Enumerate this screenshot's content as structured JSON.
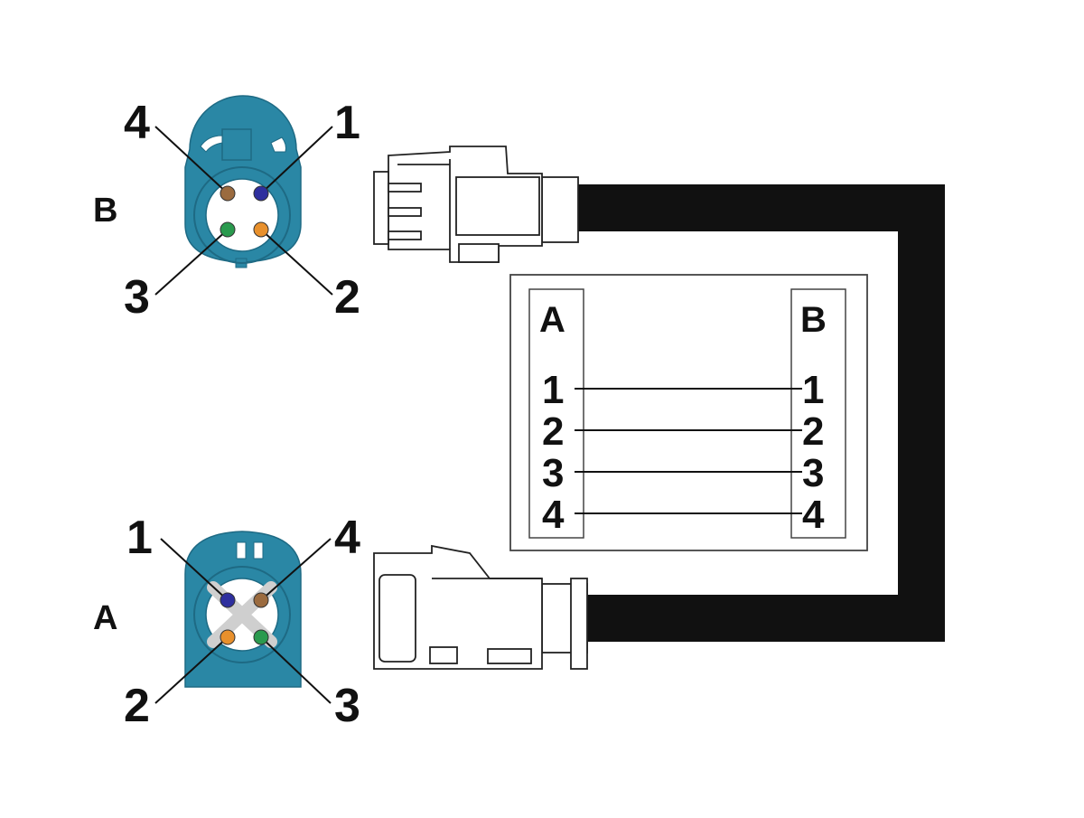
{
  "colors": {
    "housing": "#2a87a5",
    "housing_dark": "#1e6a84",
    "cable": "#111111",
    "plug_fill": "#ffffff",
    "plug_stroke": "#222222",
    "pin_blue": "#2e2f9e",
    "pin_orange": "#e8902c",
    "pin_green": "#2a9a4e",
    "pin_brown": "#9b6b3f"
  },
  "connector_b": {
    "label": "B",
    "pins": [
      {
        "num": "1",
        "color": "pin_blue"
      },
      {
        "num": "2",
        "color": "pin_orange"
      },
      {
        "num": "3",
        "color": "pin_green"
      },
      {
        "num": "4",
        "color": "pin_brown"
      }
    ]
  },
  "connector_a": {
    "label": "A",
    "pins": [
      {
        "num": "1",
        "color": "pin_blue"
      },
      {
        "num": "2",
        "color": "pin_orange"
      },
      {
        "num": "3",
        "color": "pin_green"
      },
      {
        "num": "4",
        "color": "pin_brown"
      }
    ]
  },
  "pinout_table": {
    "left_header": "A",
    "right_header": "B",
    "rows": [
      {
        "a": "1",
        "b": "1"
      },
      {
        "a": "2",
        "b": "2"
      },
      {
        "a": "3",
        "b": "3"
      },
      {
        "a": "4",
        "b": "4"
      }
    ]
  }
}
